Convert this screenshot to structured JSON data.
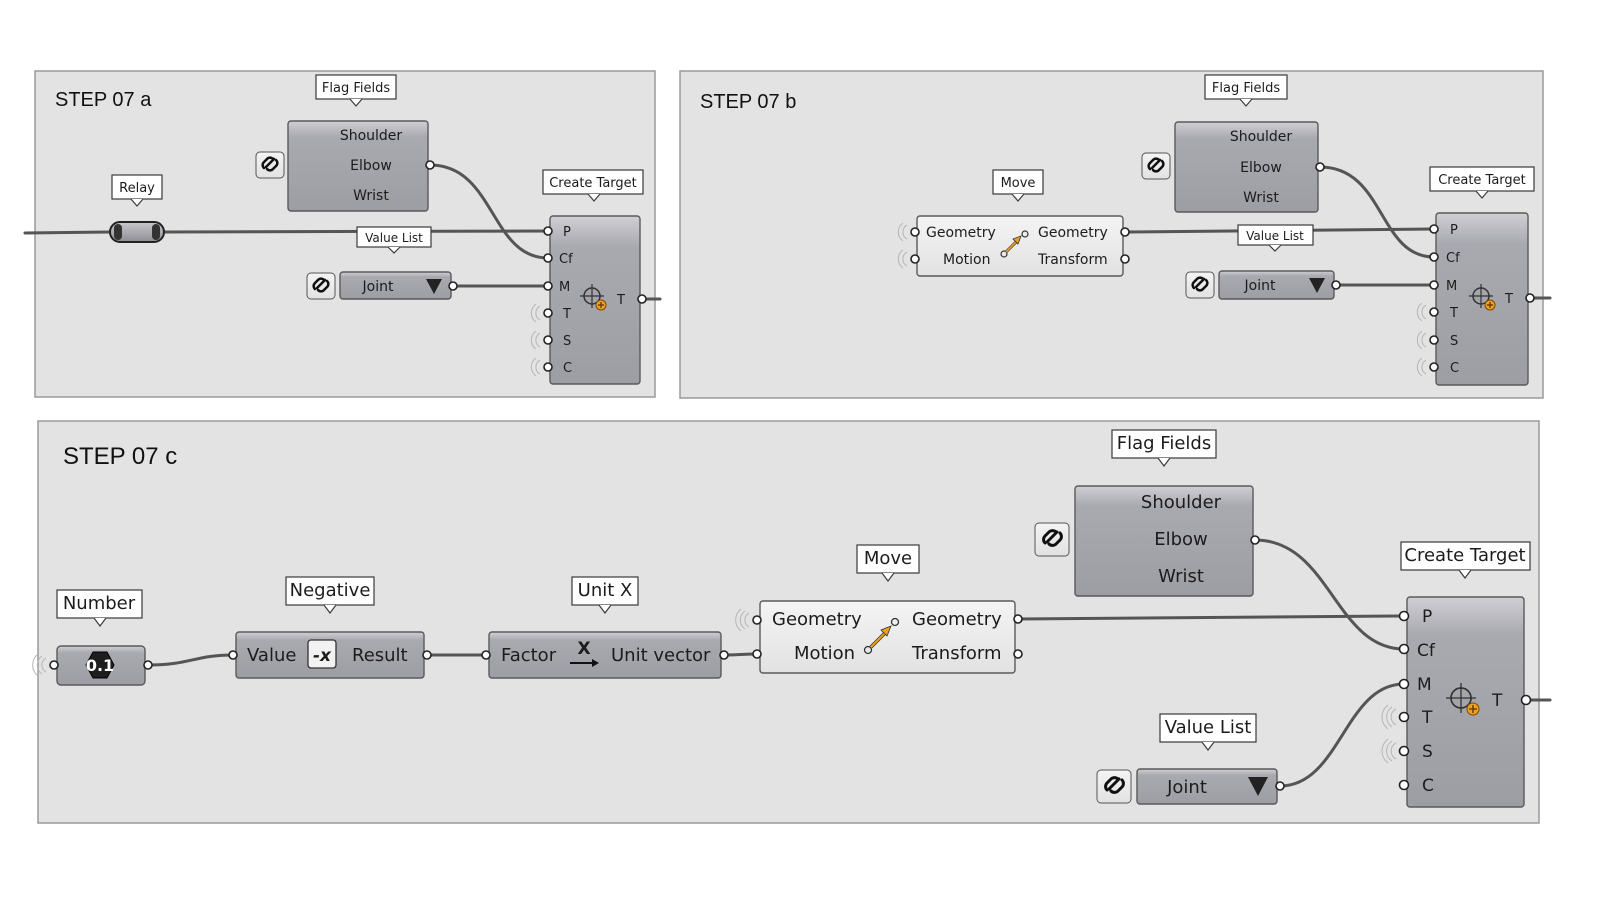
{
  "panels": {
    "a": {
      "title": "STEP 07 a"
    },
    "b": {
      "title": "STEP 07 b"
    },
    "c": {
      "title": "STEP 07 c"
    }
  },
  "tags": {
    "flag_fields": "Flag Fields",
    "relay": "Relay",
    "create_target": "Create Target",
    "value_list": "Value List",
    "move": "Move",
    "number": "Number",
    "negative": "Negative",
    "unit_x": "Unit X"
  },
  "flag_fields": {
    "items": [
      "Shoulder",
      "Elbow",
      "Wrist"
    ]
  },
  "value_list": {
    "selected": "Joint"
  },
  "create_target": {
    "inputs": [
      "P",
      "Cf",
      "M",
      "T",
      "S",
      "C"
    ],
    "output": "T"
  },
  "move": {
    "inputs": [
      "Geometry",
      "Motion"
    ],
    "outputs": [
      "Geometry",
      "Transform"
    ]
  },
  "number": {
    "value": "0.1"
  },
  "negative": {
    "input": "Value",
    "output": "Result",
    "symbol": "-x"
  },
  "unit_x": {
    "input": "Factor",
    "output": "Unit vector",
    "symbol": "X"
  },
  "icons": {
    "link": "link-icon",
    "dropdown": "dropdown-triangle-icon",
    "target": "target-crosshair-icon",
    "move": "move-arrow-icon"
  },
  "colors": {
    "panel_bg": "#e3e3e3",
    "node_fill": "#a6a6ad",
    "wire": "#555555",
    "accent": "#f0a020"
  }
}
